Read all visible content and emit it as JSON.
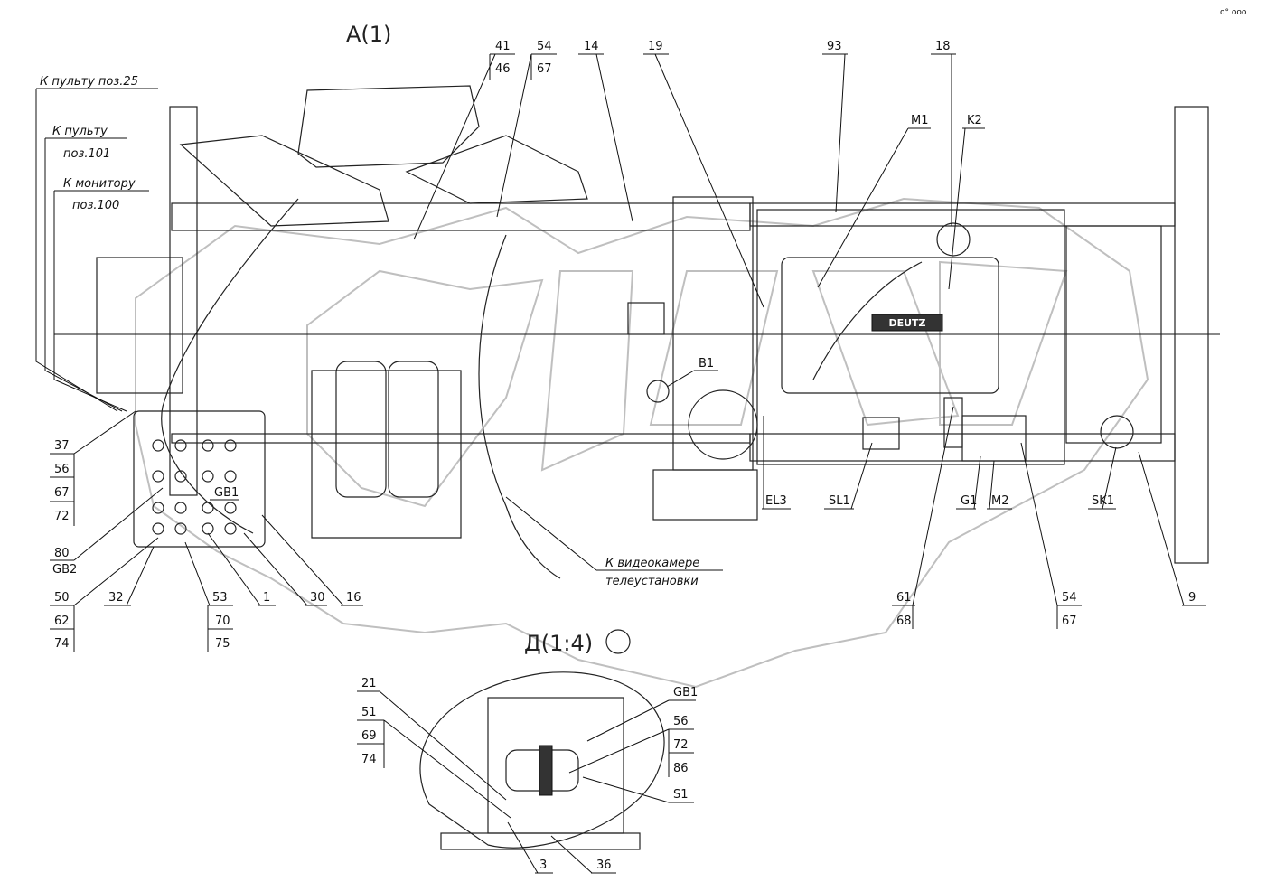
{
  "view_titles": {
    "main": "А(1)",
    "detail": "Д(1:4)"
  },
  "notes": {
    "to_console_25": "К пульту поз.25",
    "to_console_101_line1": "К пульту",
    "to_console_101_line2": "поз.101",
    "to_monitor_line1": "К монитору",
    "to_monitor_line2": "поз.100",
    "to_camera_line1": "К видеокамере",
    "to_camera_line2": "телеустановки"
  },
  "engine_badge": "DEUTZ",
  "corner_mark": "о° ооо",
  "callouts_top": [
    {
      "id": "c41",
      "top": "41",
      "bottom": "46"
    },
    {
      "id": "c54",
      "top": "54",
      "bottom": "67"
    },
    {
      "id": "c14",
      "top": "14"
    },
    {
      "id": "c19",
      "top": "19"
    },
    {
      "id": "c93",
      "top": "93"
    },
    {
      "id": "c18",
      "top": "18"
    }
  ],
  "component_labels": [
    "M1",
    "K2",
    "B1",
    "EL3",
    "SL1",
    "G1",
    "M2",
    "SK1",
    "GB1",
    "GB2"
  ],
  "callouts_left": [
    "37",
    "56",
    "67",
    "72",
    "80",
    "GB2",
    "50",
    "62",
    "74",
    "32",
    "53",
    "70",
    "75",
    "1",
    "30",
    "16"
  ],
  "callouts_right": [
    "61",
    "68",
    "54",
    "67",
    "9"
  ],
  "detail_callouts": [
    "21",
    "51",
    "69",
    "74",
    "GB1",
    "56",
    "72",
    "86",
    "S1",
    "3",
    "36"
  ]
}
